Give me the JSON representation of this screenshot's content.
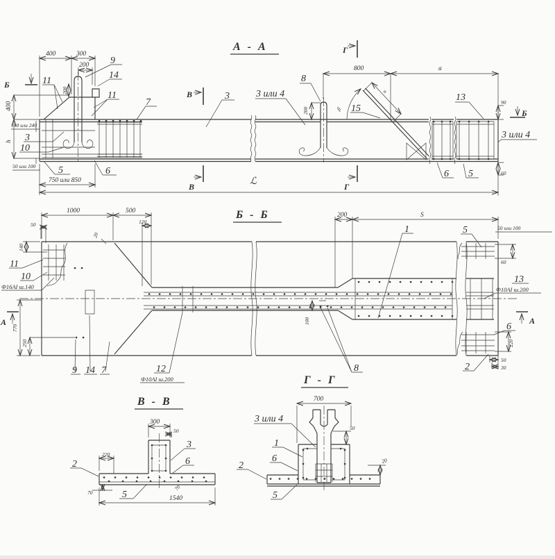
{
  "meta": {
    "drawing_type": "reinforced concrete element sections",
    "colors": {
      "ink": "#3b3b3b",
      "bg": "#fbfbf9"
    }
  },
  "aa": {
    "title": "А - А",
    "markers": {
      "b_left": "Б",
      "b_right": "Б",
      "v_top": "В",
      "v_bottom": "В",
      "g_top": "Г",
      "g_bottom": "Г"
    },
    "dims": {
      "w400": "400",
      "w300": "300",
      "w200": "200",
      "loop_h": "200",
      "h400": "400",
      "h140_240": "140 или 240",
      "beam_h": "h",
      "c50_100": "50 или 100",
      "w750_850": "750 или 850",
      "fork_h": "200",
      "w800": "800",
      "len_a": "а",
      "rod_n": "n",
      "angle_b": "β",
      "h90": "90",
      "h60": "60",
      "total": "ℒ"
    },
    "labels": {
      "p9": "9",
      "p14": "14",
      "p11_left": "11",
      "p11_right": "11",
      "p7": "7",
      "p3_col": "3",
      "p10": "10",
      "p5_left": "5",
      "p6_left": "6",
      "p3_beam": "3",
      "p3or4_beam": "3 или 4",
      "p8": "8",
      "p15": "15",
      "p13": "13",
      "p3or4_end": "3 или 4",
      "p6_end": "6",
      "p5_end": "5"
    }
  },
  "bb": {
    "title": "Б - Б",
    "markers": {
      "a_left": "А",
      "a_right": "А"
    },
    "dims": {
      "w1000": "1000",
      "w500": "500",
      "w120": "120",
      "w50": "50",
      "h140": "140",
      "w20": "20",
      "h770": "770",
      "h250": "250",
      "w200": "200",
      "span_s": "S",
      "c50_100": "50 или 100",
      "h60": "60",
      "v220": "220",
      "g50": "50",
      "g30": "30",
      "v100": "100"
    },
    "labels": {
      "p11": "11",
      "p10": "10",
      "p9": "9",
      "p14": "14",
      "p7": "7",
      "p12": "12",
      "p1": "1",
      "p5": "5",
      "p13": "13",
      "p6": "6",
      "p2": "2",
      "p8": "8"
    },
    "specs": {
      "s10_left": "Ф16АI ш.140",
      "s12": "Ф10АI ш.200",
      "s13": "Ф10АI ш.200"
    }
  },
  "vv": {
    "title": "В - В",
    "dims": {
      "w300": "300",
      "w50": "50",
      "w220": "220",
      "h70": "70",
      "w1540": "1540",
      "h70r": "70"
    },
    "labels": {
      "p2": "2",
      "p3": "3",
      "p6": "6",
      "p5": "5"
    }
  },
  "gg": {
    "title": "Г - Г",
    "dims": {
      "w700": "700",
      "g50": "50",
      "h20": "20"
    },
    "labels": {
      "p3or4": "3 или 4",
      "p1": "1",
      "p6": "6",
      "p2": "2",
      "p5": "5"
    }
  }
}
